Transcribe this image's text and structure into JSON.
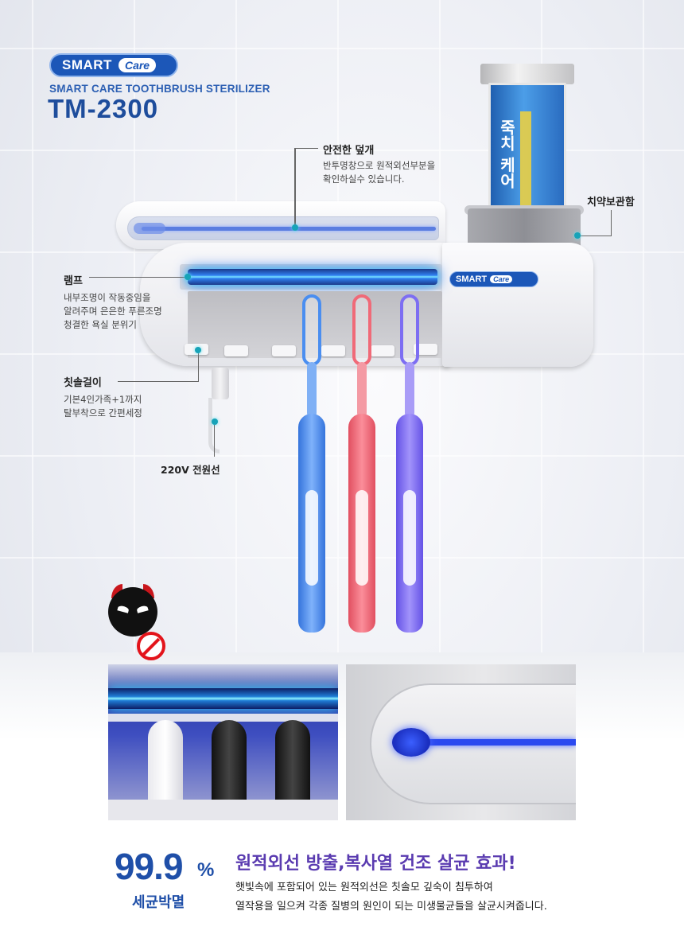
{
  "brand": {
    "smart": "SMART",
    "care": "Care",
    "subtitle": "SMART CARE TOOTHBRUSH STERILIZER",
    "model": "TM-2300"
  },
  "annotations": {
    "cover": {
      "title": "안전한 덮개",
      "desc_line1": "반투명창으로 원적외선부분을",
      "desc_line2": "확인하실수 있습니다."
    },
    "paste_holder": {
      "title": "치약보관함"
    },
    "lamp": {
      "title": "램프",
      "desc_line1": "내부조명이 작동중임을",
      "desc_line2": "알려주며 은은한 푸른조명",
      "desc_line3": "청결한 욕실 분위기"
    },
    "brush_hanger": {
      "title": "칫솔걸이",
      "desc_line1": "기본4인가족+1까지",
      "desc_line2": "탈부착으로 간편세정"
    },
    "power": {
      "title": "220V 전원선"
    }
  },
  "toothpaste": {
    "label": "죽치 케어"
  },
  "device_logo": {
    "smart": "SMART",
    "care": "Care"
  },
  "toothbrushes": [
    {
      "color": "#4a8ef0",
      "head": "#7fb0f5"
    },
    {
      "color": "#f06a78",
      "head": "#f49aa4"
    },
    {
      "color": "#7d6ef2",
      "head": "#a99cf7"
    }
  ],
  "stats": {
    "number": "99.9",
    "unit": "%",
    "label": "세균박멸"
  },
  "effect": {
    "title": "원적외선 방출,복사열 건조 살균 효과!",
    "desc_line1": "햇빛속에 포함되어 있는 원적외선은 칫솔모 깊숙이 침투하여",
    "desc_line2": "열작용을 일으켜 각종 질병의 원인이 되는 미생물균들을 살균시켜줍니다."
  }
}
